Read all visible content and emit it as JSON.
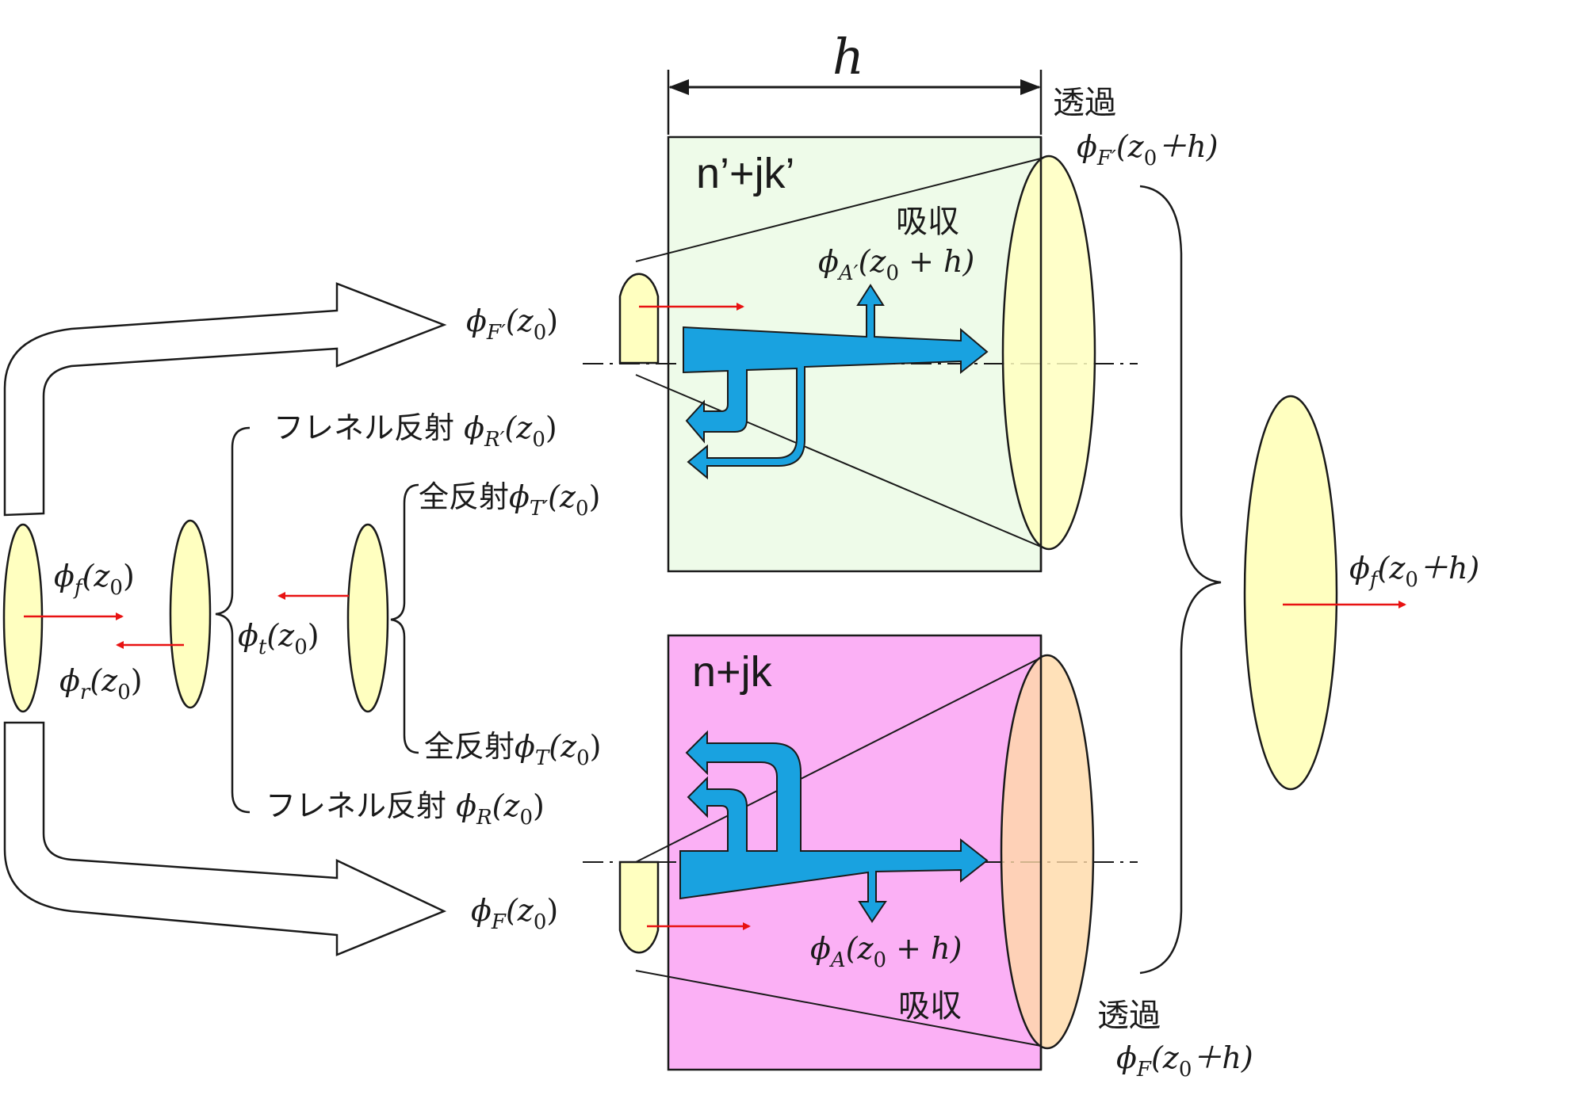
{
  "dimension": {
    "h": "h"
  },
  "media": {
    "top": {
      "label": "n’+jk’",
      "fill": "#eefbe9"
    },
    "bottom": {
      "label": "n+jk",
      "fill": "#fbb0f5"
    }
  },
  "colors": {
    "beam_fill": "#ffffc0",
    "flow_arrow": "#19a2e0",
    "small_arrow": "#e81212",
    "outline": "#1a1a1a"
  },
  "labels": {
    "incident": {
      "phi": "ϕ",
      "sub": "f",
      "arg": "(z",
      "arg_sub": "0",
      "close": ")"
    },
    "reflected": {
      "phi": "ϕ",
      "sub": "r",
      "arg": "(z",
      "arg_sub": "0",
      "close": ")"
    },
    "transmitted": {
      "phi": "ϕ",
      "sub": "t",
      "arg": "(z",
      "arg_sub": "0",
      "close": ")"
    },
    "forward_top": {
      "phi": "ϕ",
      "sub": "F′",
      "arg": "(z",
      "arg_sub": "0",
      "close": ")"
    },
    "forward_bottom": {
      "phi": "ϕ",
      "sub": "F",
      "arg": "(z",
      "arg_sub": "0",
      "close": ")"
    },
    "fresnel_top": {
      "text": "フレネル反射 ",
      "phi": "ϕ",
      "sub": "R′",
      "arg": "(z",
      "arg_sub": "0",
      "close": ")"
    },
    "fresnel_bottom": {
      "text": "フレネル反射 ",
      "phi": "ϕ",
      "sub": "R",
      "arg": "(z",
      "arg_sub": "0",
      "close": ")"
    },
    "total_top": {
      "text": "全反射",
      "phi": "ϕ",
      "sub": "T′",
      "arg": "(z",
      "arg_sub": "0",
      "close": ")"
    },
    "total_bottom": {
      "text": "全反射",
      "phi": "ϕ",
      "sub": "T",
      "arg": "(z",
      "arg_sub": "0",
      "close": ")"
    },
    "absorb_top": {
      "text": "吸収",
      "phi": "ϕ",
      "sub": "A′",
      "arg": "(z",
      "arg_sub": "0",
      "close": " + h)"
    },
    "absorb_bottom": {
      "text": "吸収",
      "phi": "ϕ",
      "sub": "A",
      "arg": "(z",
      "arg_sub": "0",
      "close": " + h)"
    },
    "trans_top": {
      "text": "透過",
      "phi": "ϕ",
      "sub": "F′",
      "arg": "(z",
      "arg_sub": "0",
      "close": "＋h)"
    },
    "trans_bottom": {
      "text": "透過",
      "phi": "ϕ",
      "sub": "F",
      "arg": "(z",
      "arg_sub": "0",
      "close": "＋h)"
    },
    "output": {
      "phi": "ϕ",
      "sub": "f",
      "arg": "(z",
      "arg_sub": "0",
      "close": "＋h)"
    }
  }
}
